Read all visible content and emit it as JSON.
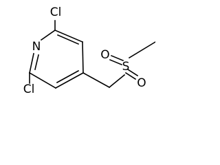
{
  "molecule": {
    "atoms": {
      "nitrogen": "N",
      "chlorine_top": "Cl",
      "chlorine_bottom": "Cl",
      "sulfur": "S",
      "oxygen_left": "O",
      "oxygen_right": "O"
    }
  }
}
